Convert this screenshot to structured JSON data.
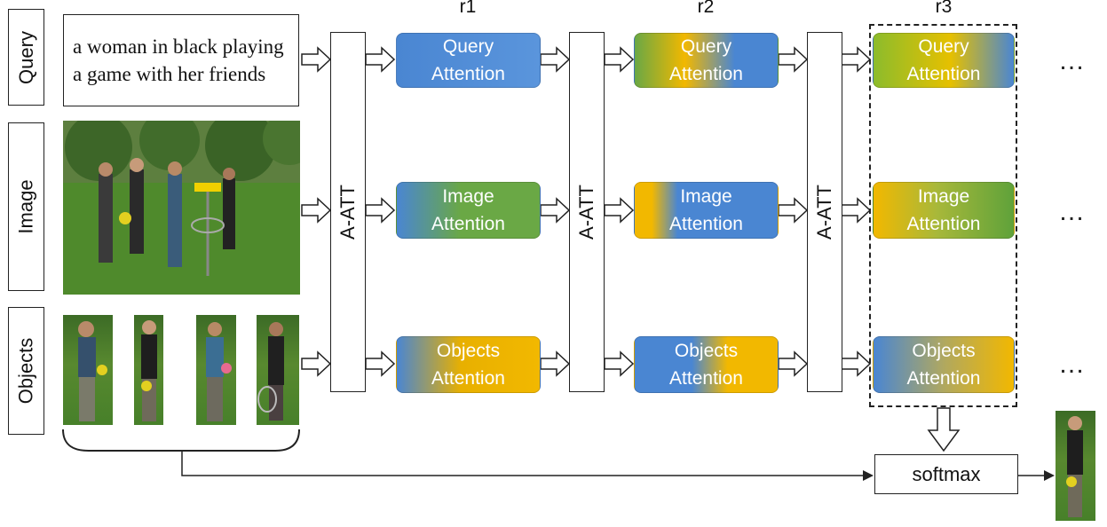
{
  "rows": {
    "query": "Query",
    "image": "Image",
    "objects": "Objects"
  },
  "query_text": "a woman in black playing a game with her friends",
  "att_module_label": "A-ATT",
  "rounds": [
    "r1",
    "r2",
    "r3"
  ],
  "attention": {
    "query": [
      "Query",
      "Attention"
    ],
    "image": [
      "Image",
      "Attention"
    ],
    "objects": [
      "Objects",
      "Attention"
    ]
  },
  "ellipsis": "…",
  "softmax_label": "softmax",
  "colors": {
    "blue": "#4a86d2",
    "green": "#6aa845",
    "yellow": "#f2b800",
    "stroke": "#222222"
  },
  "icons": {
    "arrow": "hollow-right-arrow",
    "down_arrow": "hollow-down-arrow"
  }
}
